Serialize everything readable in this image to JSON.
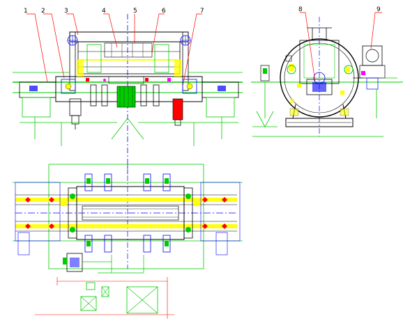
{
  "drawing": {
    "callouts": [
      "1",
      "2",
      "3",
      "4",
      "5",
      "6",
      "7",
      "8",
      "9"
    ],
    "bottom_notes": [
      "",
      "",
      ""
    ],
    "colors": {
      "outline": "#0000ff",
      "frame": "#00cc00",
      "machine": "#000000",
      "yellow": "#ffff00",
      "red": "#ff0000",
      "magenta": "#ff00ff",
      "cyan": "#00ffff",
      "callout_line": "#ff0000",
      "centerline": "#0000ff"
    }
  }
}
